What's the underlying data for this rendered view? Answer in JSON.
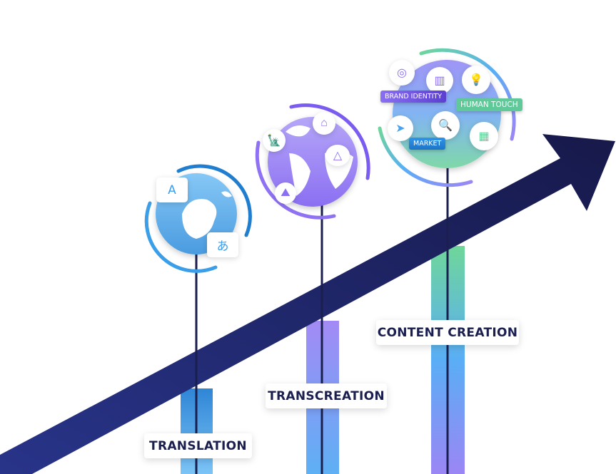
{
  "stages": [
    {
      "label": "TRANSLATION",
      "chips": [
        "A",
        "あ"
      ]
    },
    {
      "label": "TRANSCREATION",
      "icons": [
        "statue-of-liberty-icon",
        "leaning-tower-icon",
        "pyramids-icon",
        "mountains-icon"
      ]
    },
    {
      "label": "CONTENT CREATION",
      "tags": {
        "brand": "BRAND IDENTITY",
        "human": "HUMAN TOUCH",
        "market": "MARKET"
      }
    }
  ],
  "colors": {
    "arrow": "#1b1f5a",
    "blue": "#3a94df",
    "purple": "#7b5cf0",
    "green": "#5fd39a"
  }
}
